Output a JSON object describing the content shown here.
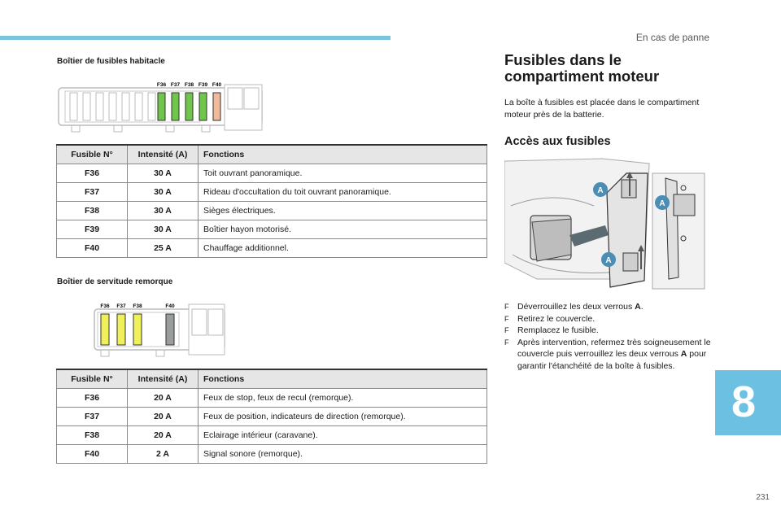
{
  "header": {
    "section": "En cas de panne"
  },
  "cabin_box": {
    "label": "Boîtier de fusibles habitacle",
    "diagram_labels": [
      "F36",
      "F37",
      "F38",
      "F39",
      "F40"
    ],
    "colors": [
      "#6fc64a",
      "#6fc64a",
      "#6fc64a",
      "#6fc64a",
      "#f2b99a"
    ],
    "columns": [
      "Fusible N°",
      "Intensité (A)",
      "Fonctions"
    ],
    "rows": [
      [
        "F36",
        "30 A",
        "Toit ouvrant panoramique."
      ],
      [
        "F37",
        "30 A",
        "Rideau d'occultation du toit ouvrant panoramique."
      ],
      [
        "F38",
        "30 A",
        "Sièges électriques."
      ],
      [
        "F39",
        "30 A",
        "Boîtier hayon motorisé."
      ],
      [
        "F40",
        "25 A",
        "Chauffage additionnel."
      ]
    ]
  },
  "trailer_box": {
    "label": "Boîtier de servitude remorque",
    "diagram_labels": [
      "F36",
      "F37",
      "F38",
      "F40"
    ],
    "colors": [
      "#f0f05a",
      "#f0f05a",
      "#f0f05a",
      "#9a9d9e"
    ],
    "columns": [
      "Fusible N°",
      "Intensité (A)",
      "Fonctions"
    ],
    "rows": [
      [
        "F36",
        "20 A",
        "Feux de stop, feux de recul (remorque)."
      ],
      [
        "F37",
        "20 A",
        "Feux de position, indicateurs de direction (remorque)."
      ],
      [
        "F38",
        "20 A",
        "Eclairage intérieur (caravane)."
      ],
      [
        "F40",
        "2 A",
        "Signal sonore (remorque)."
      ]
    ]
  },
  "engine": {
    "title": "Fusibles dans le compartiment moteur",
    "intro": "La boîte à fusibles est placée dans le compartiment moteur près de la batterie.",
    "access_title": "Accès aux fusibles",
    "illustration_labels": [
      "A",
      "A",
      "A"
    ],
    "bullet_marker": "F",
    "steps": [
      [
        "Déverrouillez les deux verrous ",
        "A",
        "."
      ],
      [
        "Retirez le couvercle.",
        "",
        ""
      ],
      [
        "Remplacez le fusible.",
        "",
        ""
      ],
      [
        "Après intervention, refermez très soigneusement le couvercle puis verrouillez les deux verrous ",
        "A",
        " pour garantir l'étanchéité de la boîte à fusibles."
      ]
    ]
  },
  "chapter": "8",
  "page_number": "231"
}
